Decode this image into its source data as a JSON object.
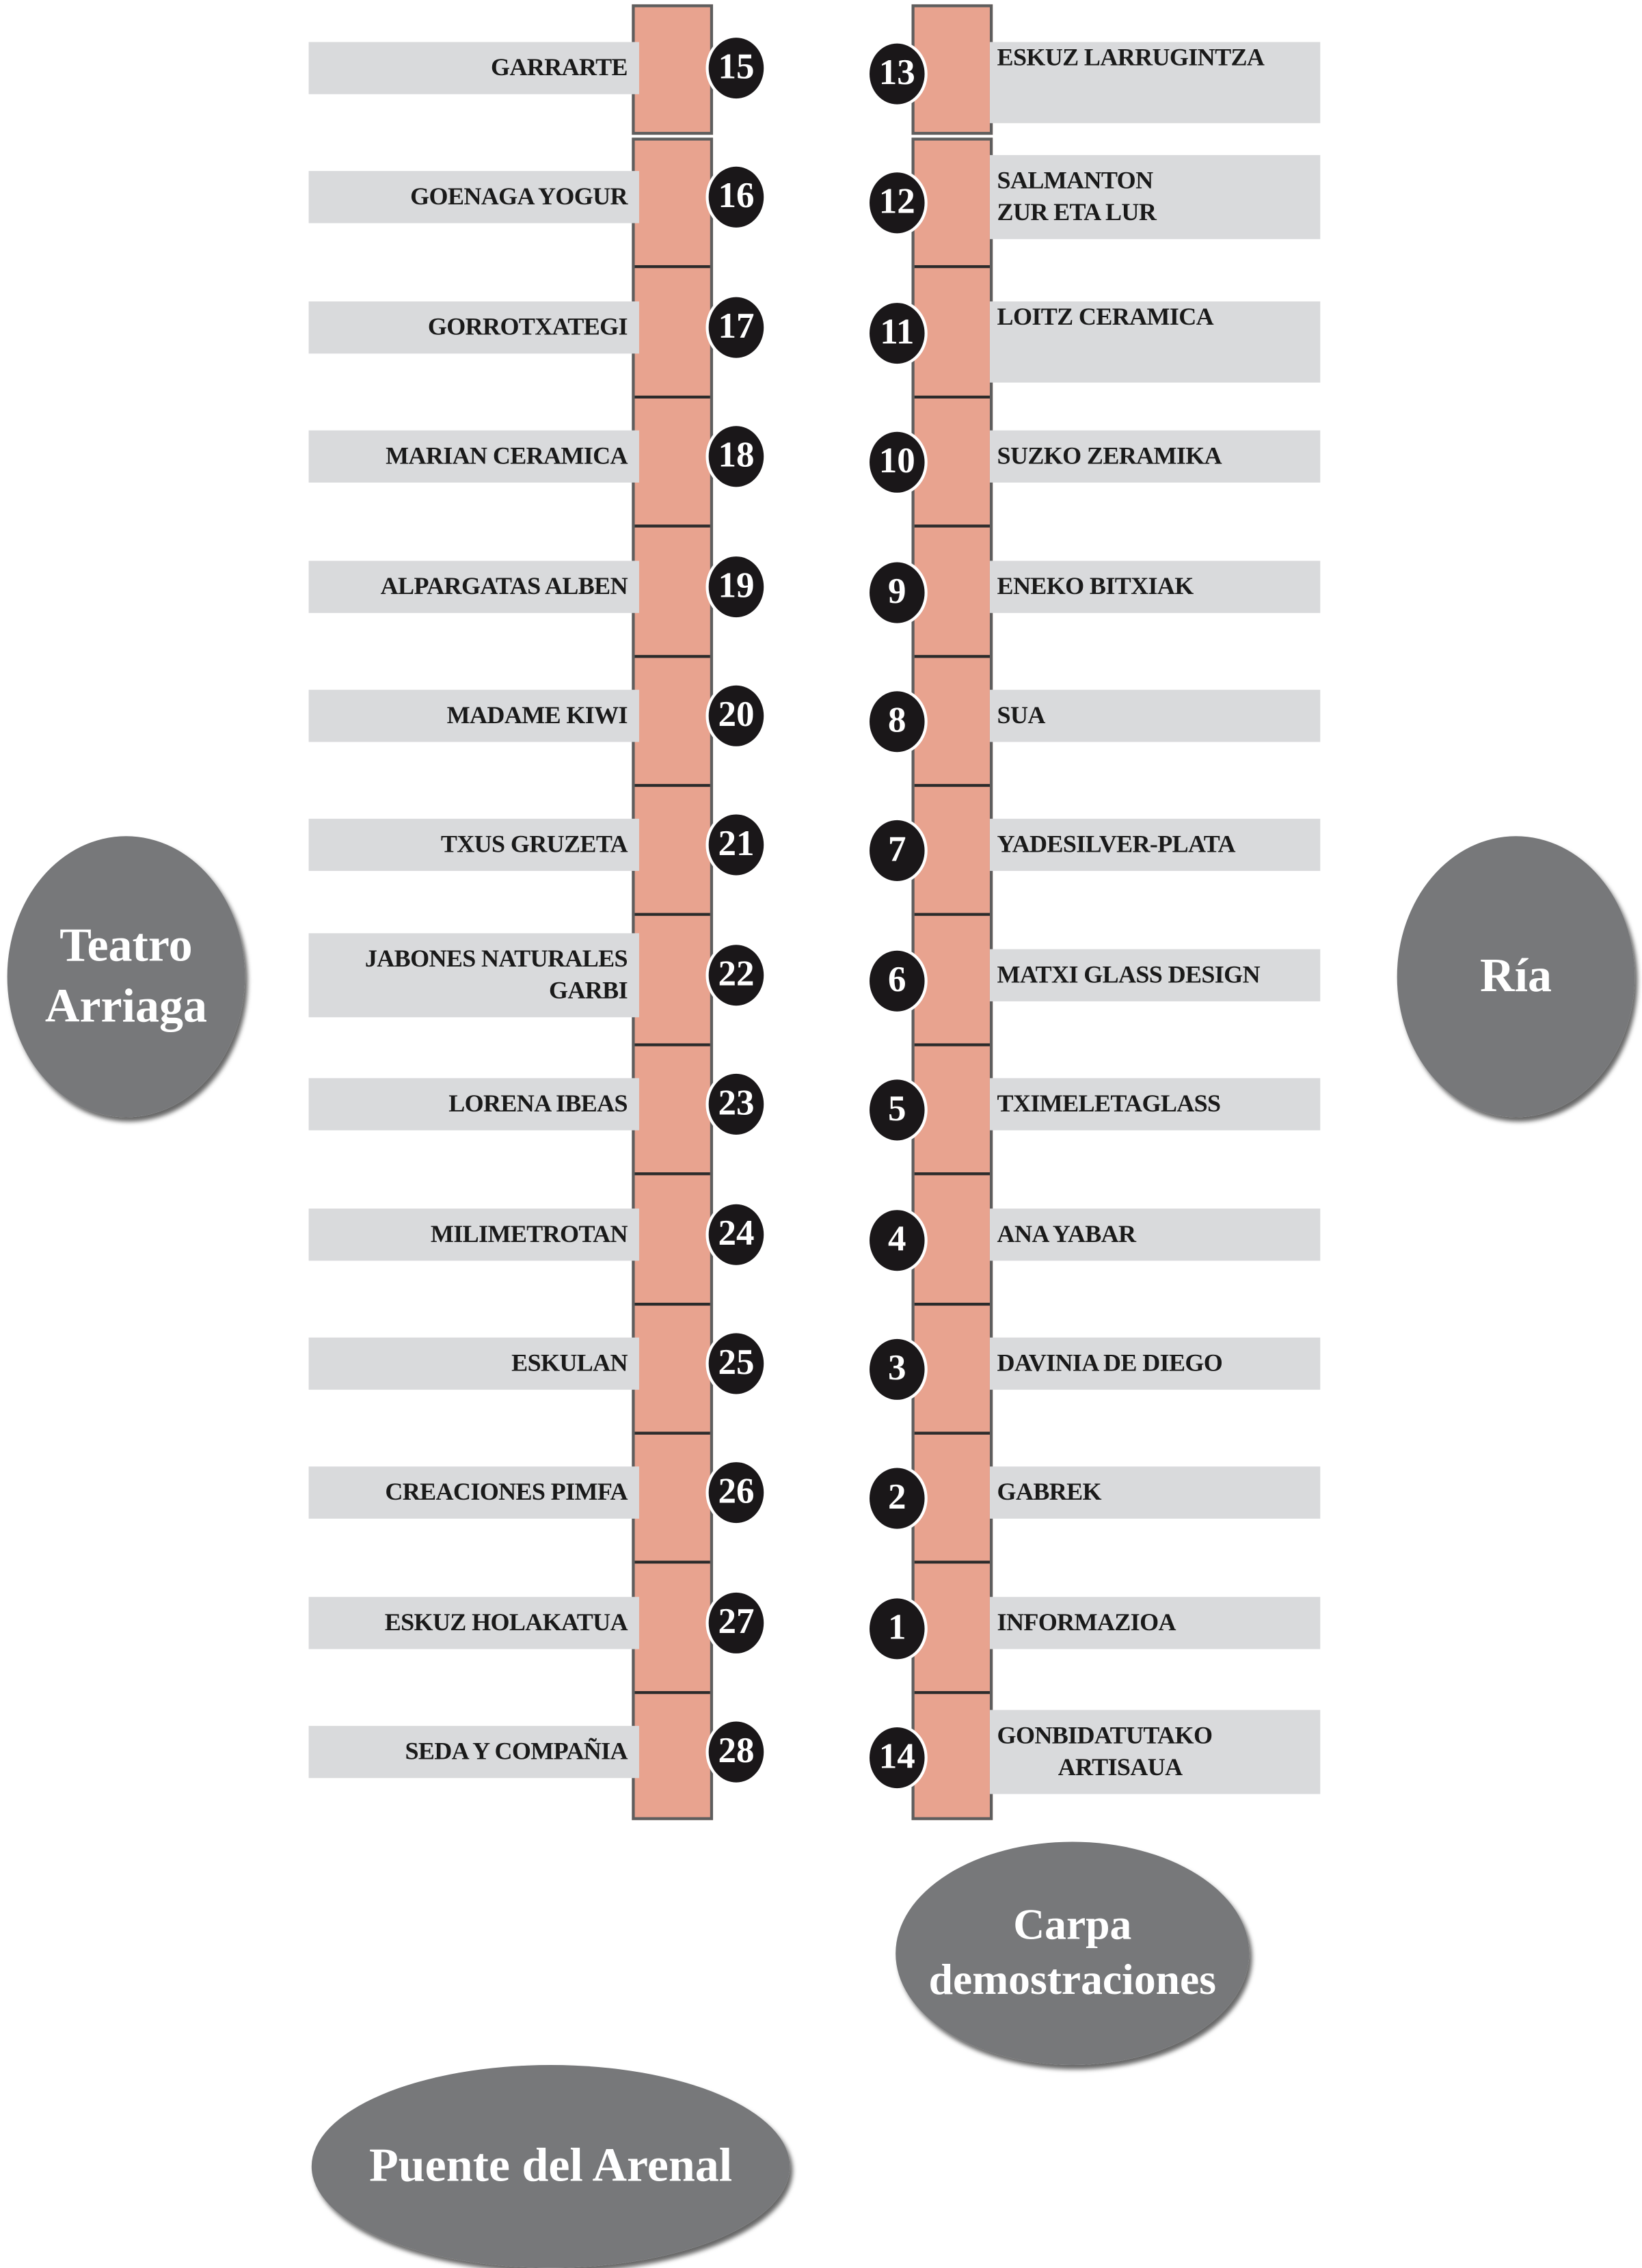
{
  "colors": {
    "stall": "#e8a38f",
    "label_bg": "#d9dadc",
    "number_bg": "#1a1719",
    "landmark": "#77787a"
  },
  "left_stalls": [
    {
      "number": "15",
      "name": "GARRARTE"
    },
    {
      "number": "16",
      "name": "GOENAGA YOGUR"
    },
    {
      "number": "17",
      "name": "GORROTXATEGI"
    },
    {
      "number": "18",
      "name": "MARIAN CERAMICA"
    },
    {
      "number": "19",
      "name": "ALPARGATAS  ALBEN"
    },
    {
      "number": "20",
      "name": "MADAME KIWI"
    },
    {
      "number": "21",
      "name": "TXUS GRUZETA"
    },
    {
      "number": "22",
      "name": "JABONES NATURALES",
      "name2": "GARBI"
    },
    {
      "number": "23",
      "name": "LORENA IBEAS"
    },
    {
      "number": "24",
      "name": "MILIMETROTAN"
    },
    {
      "number": "25",
      "name": "ESKULAN"
    },
    {
      "number": "26",
      "name": "CREACIONES PIMFA"
    },
    {
      "number": "27",
      "name": "ESKUZ HOLAKATUA"
    },
    {
      "number": "28",
      "name": "SEDA Y COMPAÑIA"
    }
  ],
  "right_stalls": [
    {
      "number": "13",
      "name": "ESKUZ LARRUGINTZA"
    },
    {
      "number": "12",
      "name": "SALMANTON",
      "name2": "ZUR ETA LUR"
    },
    {
      "number": "11",
      "name": "LOITZ CERAMICA"
    },
    {
      "number": "10",
      "name": "SUZKO ZERAMIKA"
    },
    {
      "number": "9",
      "name": "ENEKO BITXIAK"
    },
    {
      "number": "8",
      "name": "SUA"
    },
    {
      "number": "7",
      "name": "YADESILVER-PLATA"
    },
    {
      "number": "6",
      "name": "MATXI GLASS DESIGN"
    },
    {
      "number": "5",
      "name": "TXIMELETAGLASS"
    },
    {
      "number": "4",
      "name": "ANA YABAR"
    },
    {
      "number": "3",
      "name": "DAVINIA DE DIEGO"
    },
    {
      "number": "2",
      "name": "GABREK"
    },
    {
      "number": "1",
      "name": "INFORMAZIOA"
    },
    {
      "number": "14",
      "name": "GONBIDATUTAKO",
      "name2": "ARTISAUA"
    }
  ],
  "landmarks": {
    "teatro": "Teatro Arriaga",
    "ria": "Ría",
    "carpa": "Carpa demostraciones",
    "puente": "Puente del Arenal"
  }
}
